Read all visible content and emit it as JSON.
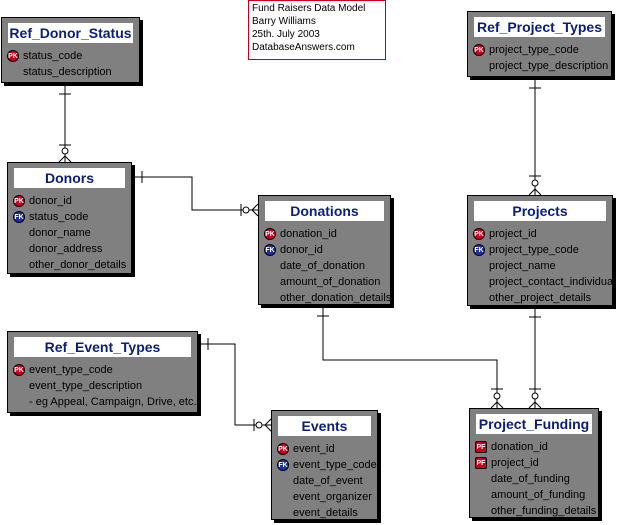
{
  "note": {
    "lines": [
      "Fund Raisers Data Model",
      "Barry Williams",
      "25th. July 2003",
      "DatabaseAnswers.com"
    ]
  },
  "entities": {
    "ref_donor_status": {
      "name": "Ref_Donor_Status",
      "attrs": [
        {
          "key": "PK",
          "name": "status_code"
        },
        {
          "key": "",
          "name": "status_description"
        }
      ]
    },
    "donors": {
      "name": "Donors",
      "attrs": [
        {
          "key": "PK",
          "name": "donor_id"
        },
        {
          "key": "FK",
          "name": "status_code"
        },
        {
          "key": "",
          "name": "donor_name"
        },
        {
          "key": "",
          "name": "donor_address"
        },
        {
          "key": "",
          "name": "other_donor_details"
        }
      ]
    },
    "donations": {
      "name": "Donations",
      "attrs": [
        {
          "key": "PK",
          "name": "donation_id"
        },
        {
          "key": "FK",
          "name": "donor_id"
        },
        {
          "key": "",
          "name": "date_of_donation"
        },
        {
          "key": "",
          "name": "amount_of_donation"
        },
        {
          "key": "",
          "name": "other_donation_details"
        }
      ]
    },
    "ref_project_types": {
      "name": "Ref_Project_Types",
      "attrs": [
        {
          "key": "PK",
          "name": "project_type_code"
        },
        {
          "key": "",
          "name": "project_type_description"
        }
      ]
    },
    "projects": {
      "name": "Projects",
      "attrs": [
        {
          "key": "PK",
          "name": "project_id"
        },
        {
          "key": "FK",
          "name": "project_type_code"
        },
        {
          "key": "",
          "name": "project_name"
        },
        {
          "key": "",
          "name": "project_contact_individual"
        },
        {
          "key": "",
          "name": "other_project_details"
        }
      ]
    },
    "ref_event_types": {
      "name": "Ref_Event_Types",
      "attrs": [
        {
          "key": "PK",
          "name": "event_type_code"
        },
        {
          "key": "",
          "name": "event_type_description"
        },
        {
          "key": "",
          "name": "- eg Appeal, Campaign, Drive, etc."
        }
      ]
    },
    "events": {
      "name": "Events",
      "attrs": [
        {
          "key": "PK",
          "name": "event_id"
        },
        {
          "key": "FK",
          "name": "event_type_code"
        },
        {
          "key": "",
          "name": "date_of_event"
        },
        {
          "key": "",
          "name": "event_organizer"
        },
        {
          "key": "",
          "name": "event_details"
        }
      ]
    },
    "project_funding": {
      "name": "Project_Funding",
      "attrs": [
        {
          "key": "PF",
          "name": "donation_id"
        },
        {
          "key": "PF",
          "name": "project_id"
        },
        {
          "key": "",
          "name": "date_of_funding"
        },
        {
          "key": "",
          "name": "amount_of_funding"
        },
        {
          "key": "",
          "name": "other_funding_details"
        }
      ]
    }
  }
}
